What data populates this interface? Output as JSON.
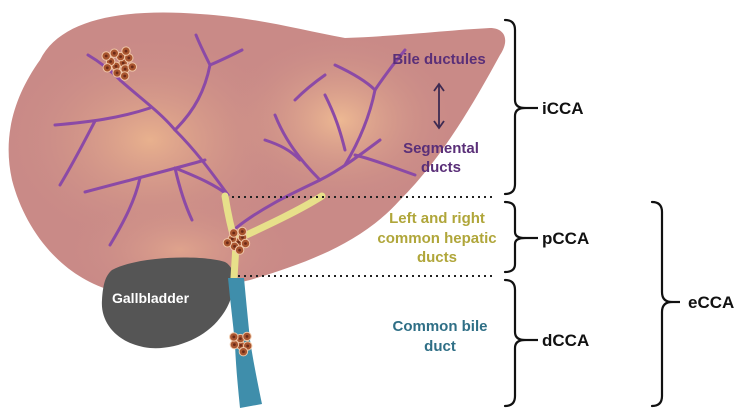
{
  "labels": {
    "bile_ductules": "Bile ductules",
    "segmental_ducts_line1": "Segmental",
    "segmental_ducts_line2": "ducts",
    "hepatic_line1": "Left and right",
    "hepatic_line2": "common hepatic",
    "hepatic_line3": "ducts",
    "common_bile_line1": "Common bile",
    "common_bile_line2": "duct",
    "gallbladder": "Gallbladder",
    "icca": "iCCA",
    "pcca": "pCCA",
    "dcca": "dCCA",
    "ecca": "eCCA"
  },
  "colors": {
    "liver": "#c98a87",
    "liver_light": "#e2a98c",
    "ductules": "#8b4aa6",
    "hepatic_duct": "#e7e08a",
    "common_bile_duct": "#3f8eab",
    "gallbladder": "#555555",
    "tumor": "#a9552f"
  }
}
